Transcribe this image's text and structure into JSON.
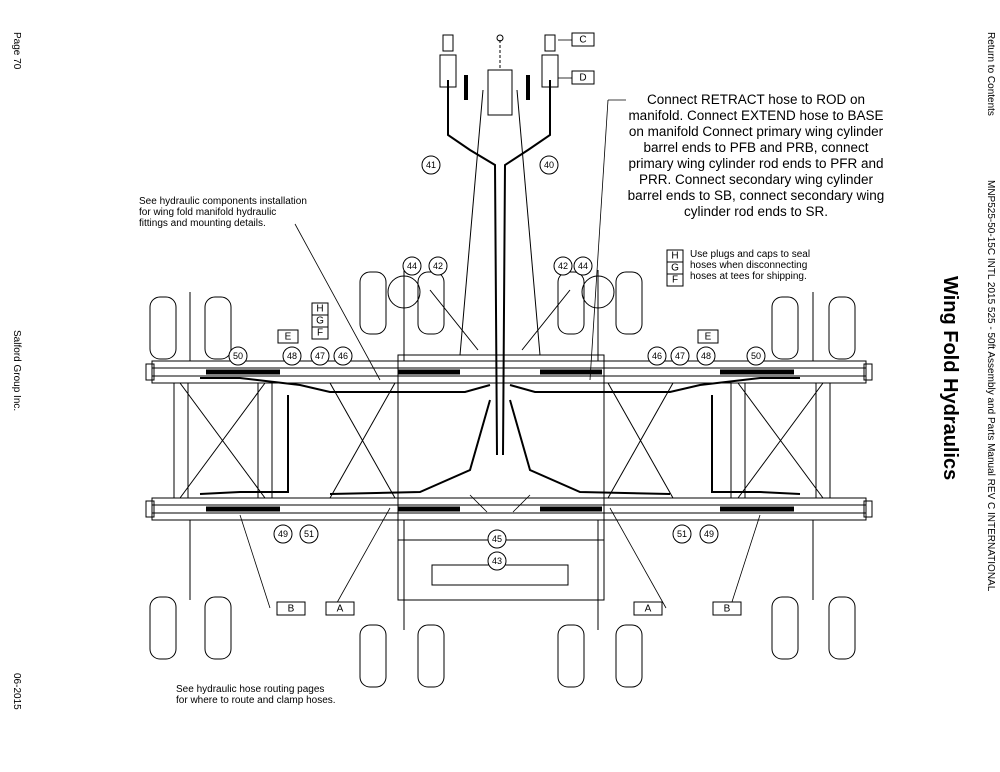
{
  "header": {
    "page_number": "Page 70",
    "company": "Salford Group Inc.",
    "date": "06-2015",
    "return_link": "Return to Contents",
    "manual_title": "MNP525-50-15C INTL 2015 525 - 50ft Assembly and Parts Manual REV C INTERNATIONAL",
    "section_title": "Wing Fold Hydraulics"
  },
  "notes": {
    "connect_lines": [
      "Connect RETRACT hose to ROD on",
      "manifold. Connect EXTEND hose to BASE",
      "on manifold Connect primary wing cylinder",
      "barrel ends to PFB and PRB, connect",
      "primary wing cylinder rod ends to PFR and",
      "PRR. Connect secondary wing cylinder",
      "barrel ends to SB, connect secondary wing",
      "cylinder rod ends to SR."
    ],
    "manifold_lines": [
      "See hydraulic components installation",
      "for wing fold manifold hydraulic",
      "fittings and mounting details."
    ],
    "plugs_lines": [
      "Use plugs and caps to seal",
      "hoses when disconnecting",
      "hoses at tees for shipping."
    ],
    "routing_lines": [
      "See hydraulic hose routing pages",
      "for where to route and clamp hoses."
    ]
  },
  "callouts": [
    "41",
    "40",
    "44",
    "42",
    "42",
    "44",
    "50",
    "48",
    "47",
    "46",
    "46",
    "47",
    "48",
    "50",
    "49",
    "51",
    "51",
    "49",
    "45",
    "43"
  ],
  "letter_boxes": {
    "top_c": "C",
    "top_d": "D",
    "left_e": "E",
    "right_e": "E",
    "left_h": "H",
    "left_g": "G",
    "left_f": "F",
    "right_h": "H",
    "right_g": "G",
    "right_f": "F",
    "bottom_b_left": "B",
    "bottom_a_left": "A",
    "bottom_a_right": "A",
    "bottom_b_right": "B"
  }
}
